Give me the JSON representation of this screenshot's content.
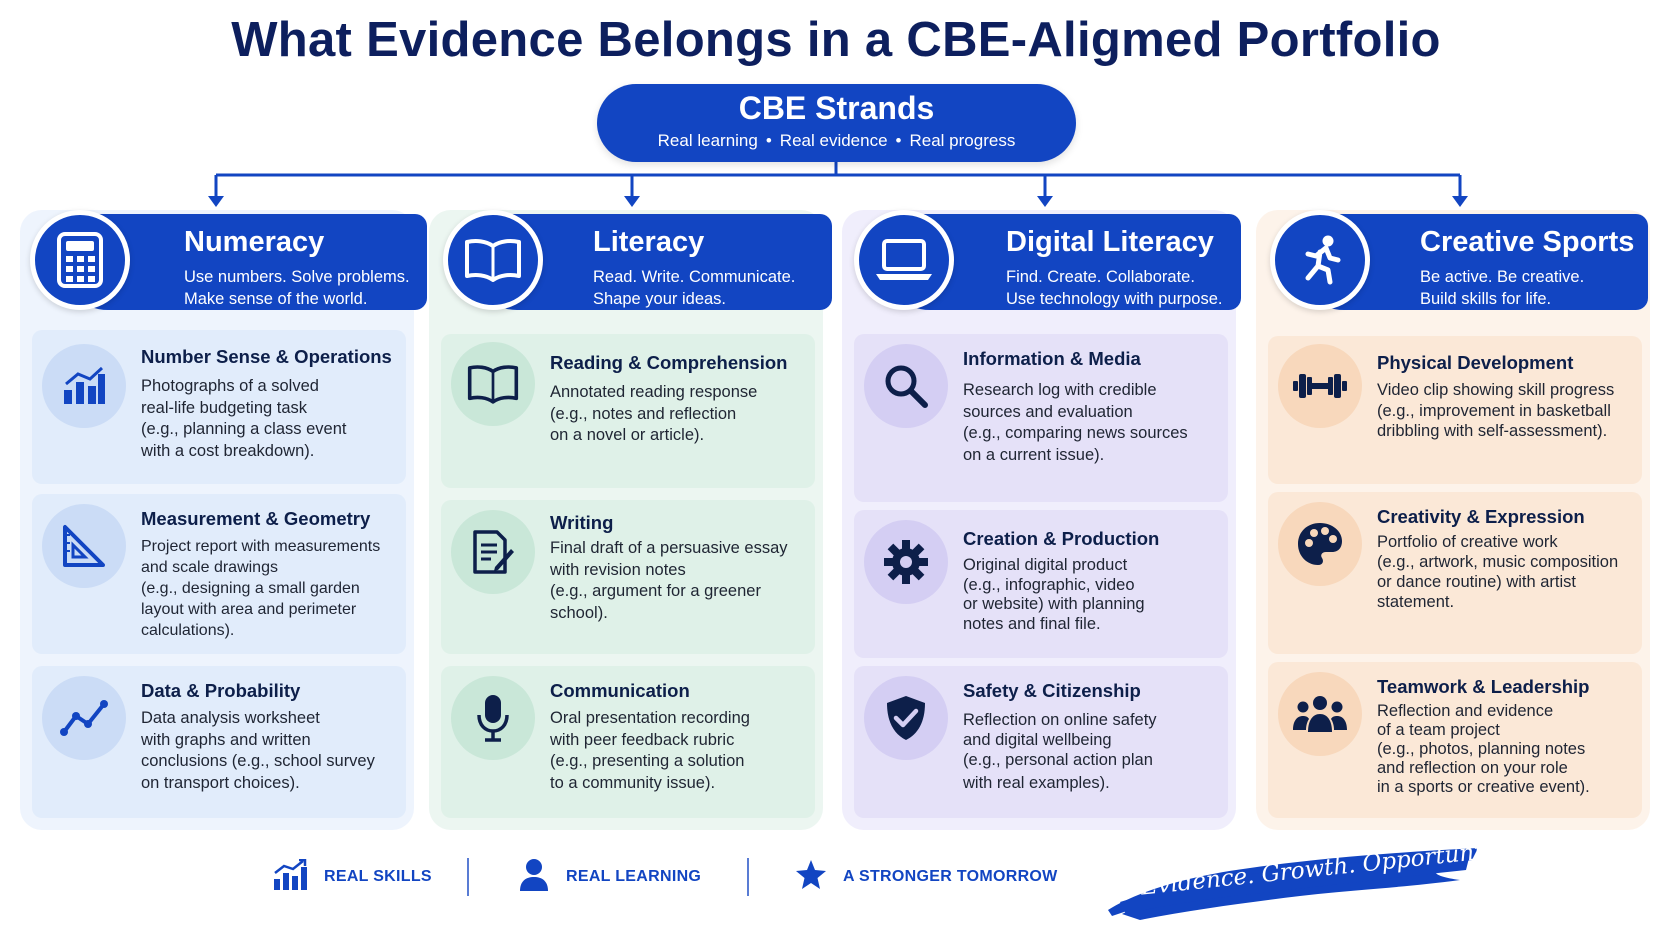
{
  "title": "What Evidence Belongs in a CBE-Aligmed Portfolio",
  "strands": {
    "title": "CBE Strands",
    "tags": [
      "Real learning",
      "Real evidence",
      "Real progress"
    ]
  },
  "columns": [
    {
      "title": "Numeracy",
      "tagline": [
        "Use numbers. Solve problems.",
        "Make sense of the world."
      ],
      "icon": "calculator-icon",
      "cards": [
        {
          "title": "Number Sense & Operations",
          "icon": "bar-chart-icon",
          "lines": [
            "Photographs of a solved",
            "real-life budgeting task",
            "(e.g., planning a class event",
            "with a cost breakdown)."
          ]
        },
        {
          "title": "Measurement & Geometry",
          "icon": "set-square-icon",
          "lines": [
            "Project report with measurements",
            "and scale drawings",
            "(e.g., designing a small garden",
            "layout with area and perimeter",
            "calculations)."
          ]
        },
        {
          "title": "Data & Probability",
          "icon": "line-graph-icon",
          "lines": [
            "Data analysis worksheet",
            "with graphs and written",
            "conclusions (e.g., school survey",
            "on transport choices)."
          ]
        }
      ]
    },
    {
      "title": "Literacy",
      "tagline": [
        "Read. Write. Communicate.",
        "Shape your ideas."
      ],
      "icon": "open-book-icon",
      "cards": [
        {
          "title": "Reading & Comprehension",
          "icon": "book-icon",
          "lines": [
            "Annotated reading response",
            "(e.g., notes and reflection",
            "on a novel or article)."
          ]
        },
        {
          "title": "Writing",
          "icon": "document-pen-icon",
          "lines": [
            "Final draft of a persuasive essay",
            "with revision notes",
            "(e.g., argument for a greener",
            "school)."
          ]
        },
        {
          "title": "Communication",
          "icon": "microphone-icon",
          "lines": [
            "Oral presentation recording",
            "with peer feedback rubric",
            "(e.g., presenting a solution",
            "to a community issue)."
          ]
        }
      ]
    },
    {
      "title": "Digital Literacy",
      "tagline": [
        "Find. Create. Collaborate.",
        "Use technology with purpose."
      ],
      "icon": "laptop-icon",
      "cards": [
        {
          "title": "Information & Media",
          "icon": "magnifier-icon",
          "lines": [
            "Research log with credible",
            "sources and evaluation",
            "(e.g., comparing news sources",
            "on a current issue)."
          ]
        },
        {
          "title": "Creation & Production",
          "icon": "gear-icon",
          "lines": [
            "Original digital product",
            "(e.g., infographic, video",
            "or website) with planning",
            "notes and final file."
          ]
        },
        {
          "title": "Safety & Citizenship",
          "icon": "shield-check-icon",
          "lines": [
            "Reflection on online safety",
            "and digital wellbeing",
            "(e.g., personal action plan",
            "with real examples)."
          ]
        }
      ]
    },
    {
      "title": "Creative Sports",
      "tagline": [
        "Be active. Be creative.",
        "Build skills for life."
      ],
      "icon": "runner-icon",
      "cards": [
        {
          "title": "Physical Development",
          "icon": "dumbbell-icon",
          "lines": [
            "Video clip showing skill progress",
            "(e.g., improvement in basketball",
            "dribbling with self-assessment)."
          ]
        },
        {
          "title": "Creativity & Expression",
          "icon": "palette-icon",
          "lines": [
            "Portfolio of creative work",
            "(e.g., artwork, music composition",
            "or dance routine) with artist",
            "statement."
          ]
        },
        {
          "title": "Teamwork & Leadership",
          "icon": "group-icon",
          "lines": [
            "Reflection and evidence",
            "of a team project",
            "(e.g., photos, planning notes",
            "and reflection on your role",
            "in a sports or creative event)."
          ]
        }
      ]
    }
  ],
  "footer": {
    "items": [
      {
        "label": "REAL SKILLS",
        "icon": "growth-chart-icon"
      },
      {
        "label": "REAL LEARNING",
        "icon": "person-icon"
      },
      {
        "label": "A STRONGER TOMORROW",
        "icon": "star-icon"
      }
    ],
    "slogan": "Evidence. Growth. Opportunity."
  },
  "colors": {
    "primary": "#1245c2",
    "title": "#0d1f5e",
    "numeracy_bg": "#eef4fd",
    "literacy_bg": "#ecf6f1",
    "digital_bg": "#f0eefc",
    "sports_bg": "#fdf3ea"
  }
}
